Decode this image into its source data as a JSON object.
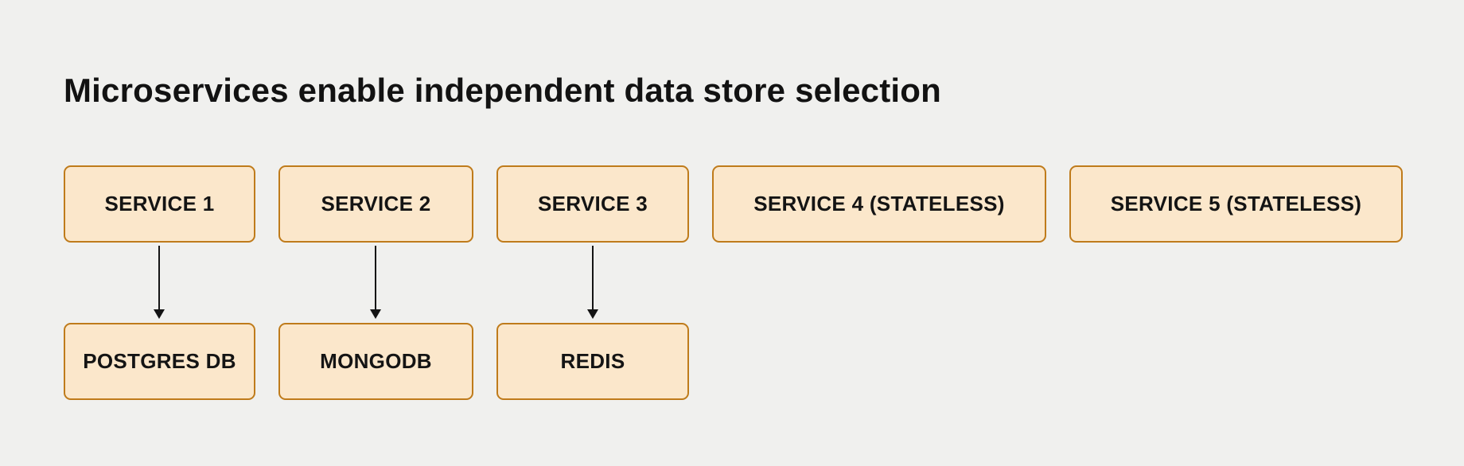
{
  "title": "Microservices enable independent data store selection",
  "colors": {
    "background": "#f0f0ee",
    "box_fill": "#fbe7cb",
    "box_border": "#bf7b1b",
    "text": "#141414",
    "arrow": "#141414"
  },
  "diagram": {
    "services": [
      {
        "label": "SERVICE 1"
      },
      {
        "label": "SERVICE 2"
      },
      {
        "label": "SERVICE 3"
      },
      {
        "label": "SERVICE 4 (STATELESS)"
      },
      {
        "label": "SERVICE 5 (STATELESS)"
      }
    ],
    "datastores": [
      {
        "label": "POSTGRES DB"
      },
      {
        "label": "MONGODB"
      },
      {
        "label": "REDIS"
      }
    ],
    "connections": [
      {
        "from": "SERVICE 1",
        "to": "POSTGRES DB"
      },
      {
        "from": "SERVICE 2",
        "to": "MONGODB"
      },
      {
        "from": "SERVICE 3",
        "to": "REDIS"
      }
    ]
  }
}
